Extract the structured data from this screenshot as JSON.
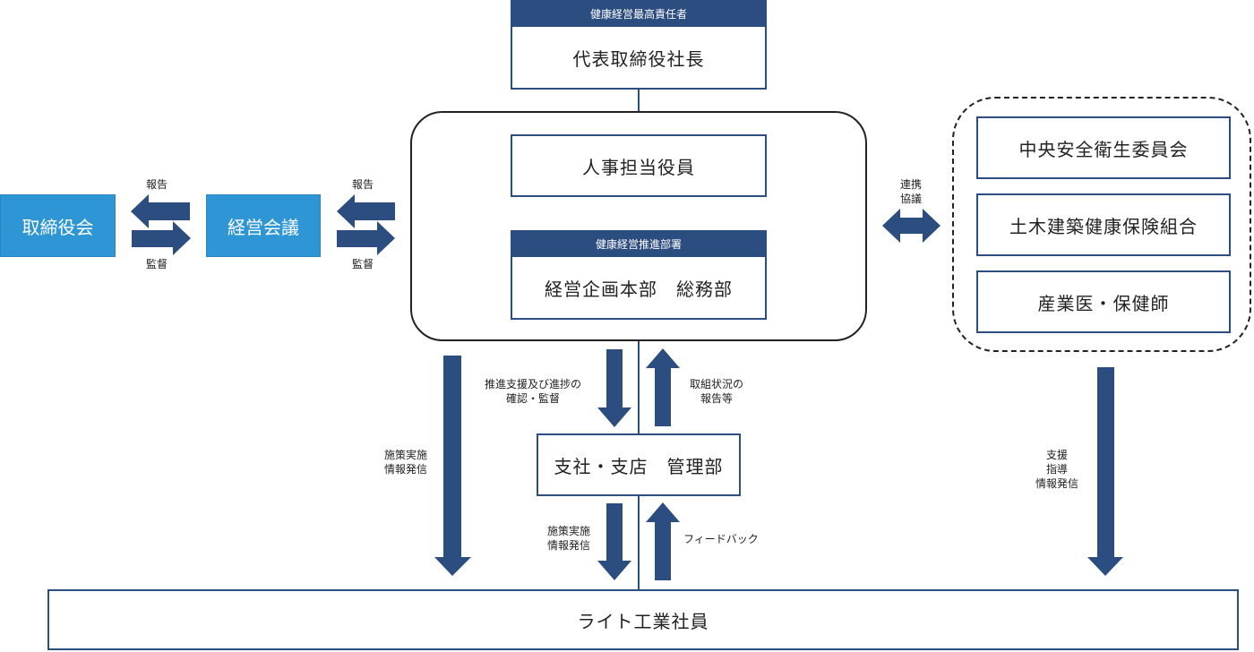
{
  "top": {
    "header": "健康経営最高責任者",
    "name": "代表取締役社長"
  },
  "left": {
    "board": "取締役会",
    "council": "経営会議",
    "report_1": "報告",
    "supervise_1": "監督",
    "report_2": "報告",
    "supervise_2": "監督"
  },
  "center": {
    "hr_officer": "人事担当役員",
    "promo_header": "健康経営推進部署",
    "promo_body": "経営企画本部　総務部"
  },
  "right": {
    "link_label": "連携\n協議",
    "items": [
      "中央安全衛生委員会",
      "土木建築健康保険組合",
      "産業医・保健師"
    ],
    "support_label": "支援\n指導\n情報発信"
  },
  "middle": {
    "down_label": "推進支援及び進捗の\n確認・監督",
    "up_label": "取組状況の\n報告等",
    "branch": "支社・支店　管理部",
    "policy_label_left": "施策実施\n情報発信",
    "policy_label_mid": "施策実施\n情報発信",
    "feedback": "フィードバック"
  },
  "bottom": {
    "employees": "ライト工業社員"
  },
  "colors": {
    "navy": "#2c4d7f",
    "blue": "#2f96d6"
  }
}
